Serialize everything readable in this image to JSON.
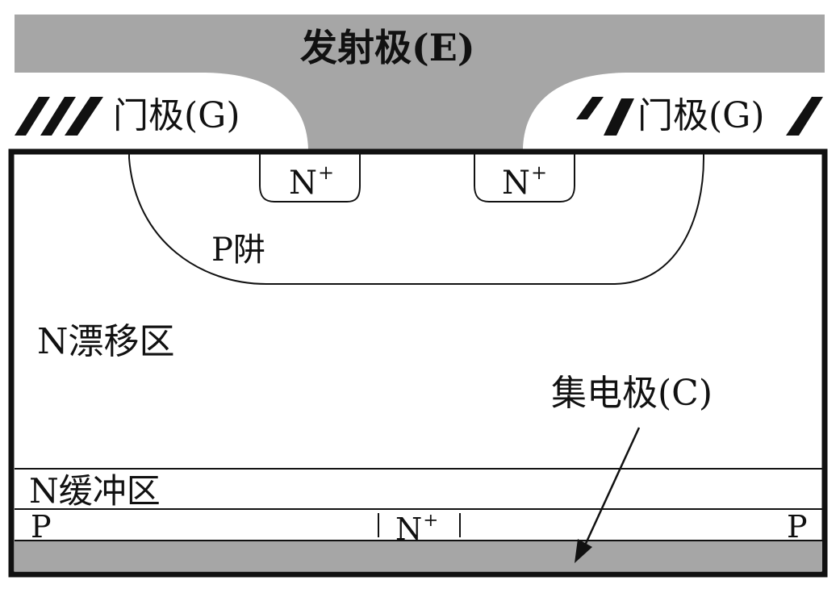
{
  "diagram": {
    "emitter": "发射极(E)",
    "gate_left": "门极(G)",
    "gate_right": "门极(G)",
    "n_plus_base": "N",
    "n_plus_sup": "+",
    "p_well": "P阱",
    "n_drift": "N漂移区",
    "collector": "集电极(C)",
    "n_buffer": "N缓冲区",
    "p_left": "P",
    "p_right": "P"
  },
  "colors": {
    "metal": "#a6a6a6",
    "outline": "#111111",
    "background": "#ffffff"
  }
}
